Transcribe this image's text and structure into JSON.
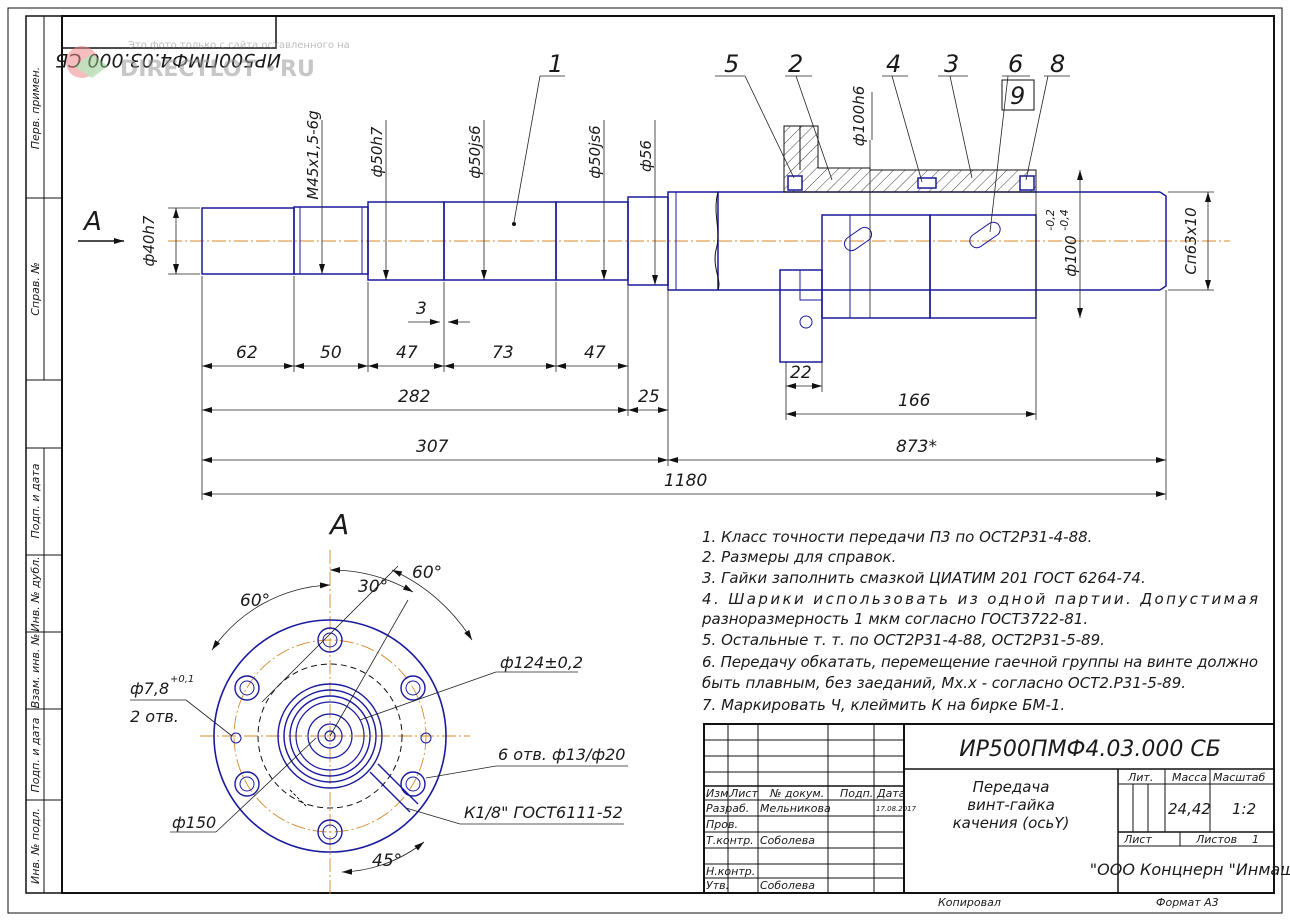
{
  "watermark": {
    "brand": "DIRECTLOT",
    "tld": "RU",
    "caption": "Это фото только с сайта оставленного на"
  },
  "mirrored_code": "ИР500ПМФ4.03.000 СБ",
  "side_stamp": {
    "labels": [
      "Перв. примен.",
      "Справ. №",
      "Подп. и дата",
      "Инв. № дубл.",
      "Взам. инв. №",
      "Подп. и дата",
      "Инв. № подл."
    ]
  },
  "view_arrow_label": "А",
  "section_label": "А",
  "callouts": [
    "1",
    "5",
    "2",
    "4",
    "3",
    "6",
    "8",
    "9"
  ],
  "diameters": {
    "d40": "ф40h7",
    "thread": "M45x1,5-6g",
    "d50h7": "ф50h7",
    "d50js6a": "ф50js6",
    "d50js6b": "ф50js6",
    "d56": "ф56",
    "d100h6": "ф100h6",
    "d100tol_base": "ф100",
    "d100tol_upper": "-0,2",
    "d100tol_lower": "-0,4",
    "spline": "Сп63х10"
  },
  "lengths": {
    "l62": "62",
    "l50": "50",
    "l47a": "47",
    "l73": "73",
    "l47b": "47",
    "l3": "3",
    "l282": "282",
    "l25": "25",
    "l307": "307",
    "l22": "22",
    "l166": "166",
    "l873": "873*",
    "l1180": "1180"
  },
  "flange": {
    "a60left": "60°",
    "a30": "30°",
    "a60right": "60°",
    "d124": "ф124±0,2",
    "hole78_base": "ф7,8",
    "hole78_tol": "+0,1",
    "hole78_count": "2 отв.",
    "holes6": "6 отв. ф13/ф20",
    "d150": "ф150",
    "fitting": "К1/8\" ГОСТ6111-52",
    "a45": "45°"
  },
  "notes": [
    "1. Класс точности передачи П3 по ОСТ2Р31-4-88.",
    "2. Размеры для справок.",
    "3. Гайки заполнить смазкой ЦИАТИМ 201 ГОСТ 6264-74.",
    "4. Шарики использовать из одной партии. Допустимая",
    "разноразмерность 1 мкм согласно ГОСТ3722-81.",
    "5. Остальные т. т. по ОСТ2Р31-4-88, ОСТ2Р31-5-89.",
    "6. Передачу обкатать, перемещение гаечной группы на винте должно",
    "быть плавным, без заеданий, Мх.х - согласно ОСТ2.Р31-5-89.",
    "7. Маркировать Ч, клеймить К на бирке БМ-1."
  ],
  "title_block": {
    "designation": "ИР500ПМФ4.03.000 СБ",
    "name_line1": "Передача",
    "name_line2": "винт-гайка",
    "name_line3": "качения (осьY)",
    "lit_header": "Лит.",
    "mass_header": "Масса",
    "scale_header": "Масштаб",
    "mass": "24,42",
    "scale": "1:2",
    "sheet_label": "Лист",
    "sheets_label": "Листов",
    "sheets_count": "1",
    "company": "\"ООО Концнерн \"Инмаш\"",
    "hdr_change": "Изм.",
    "hdr_sheet": "Лист",
    "hdr_doc": "№ докум.",
    "hdr_sign": "Подп.",
    "hdr_date": "Дата",
    "role_dev": "Разраб.",
    "role_check": "Пров.",
    "role_tcontrol": "Т.контр.",
    "role_ncontrol": "Н.контр.",
    "role_approve": "Утв.",
    "dev_name": "Мельникова",
    "dev_date": "17.08.2017",
    "tcontrol_name": "Соболева",
    "approve_name": "Соболева",
    "copied": "Копировал",
    "format": "Формат А3"
  }
}
